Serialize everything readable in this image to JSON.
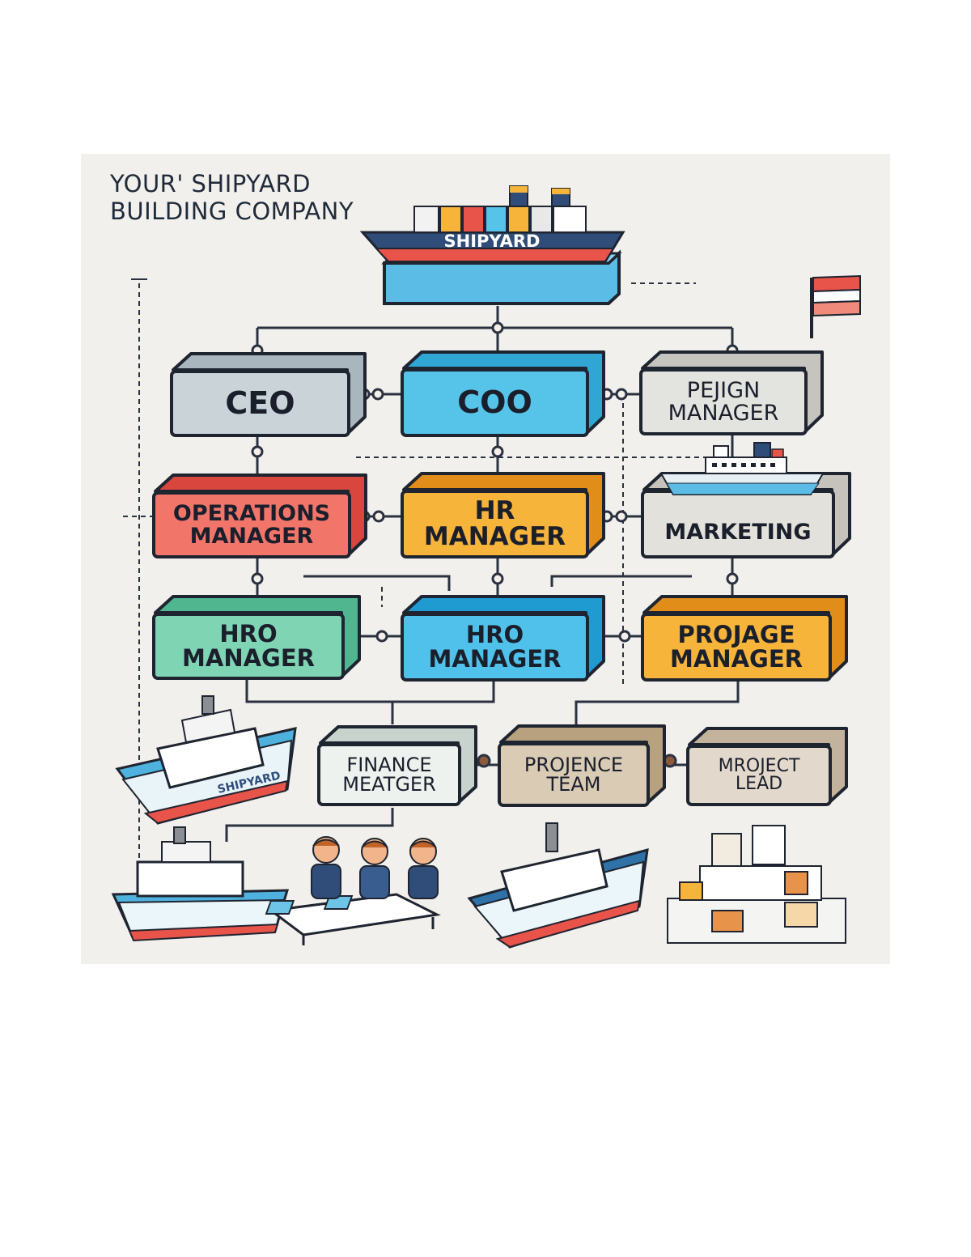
{
  "title": {
    "line1": "YOUR' SHIPYARD",
    "line2": "BUILDING COMPANY"
  },
  "ship_label": "SHIPYARD",
  "boxes": {
    "ceo": {
      "label": "CEO",
      "color": "#c9d3d8"
    },
    "coo": {
      "label": "COO",
      "color": "#56c3e8"
    },
    "design_manager": {
      "line1": "PEJIGN",
      "line2": "MANAGER",
      "color": "#e3e3df"
    },
    "operations_manager": {
      "line1": "OPERATIONS",
      "line2": "MANAGER",
      "color": "#f2756a"
    },
    "hr_manager": {
      "line1": "HR",
      "line2": "MANAGER",
      "color": "#f6b43a"
    },
    "marketing": {
      "label": "MARKETING",
      "color": "#e3e1dc"
    },
    "hro_manager_1": {
      "line1": "HRO",
      "line2": "MANAGER",
      "color": "#7fd4b4"
    },
    "hro_manager_2": {
      "line1": "HRO",
      "line2": "MANAGER",
      "color": "#4fc1ea"
    },
    "projage_manager": {
      "line1": "PROJAGE",
      "line2": "MANAGER",
      "color": "#f6b43a"
    },
    "finance_manager": {
      "line1": "FINANCE",
      "line2": "MEATGER",
      "color": "#eef2ef"
    },
    "project_team": {
      "line1": "PROJENCE",
      "line2": "TEAM",
      "color": "#dacbb4"
    },
    "project_lead": {
      "line1": "MROJECT",
      "line2": "LEAD",
      "color": "#e2d9cc"
    }
  },
  "ship_hull_label": "SHIPYARD",
  "flag_colors": [
    "#e8534a",
    "#ffffff",
    "#f08a7a"
  ],
  "icons": [
    "flag-icon",
    "ship-icon",
    "cargo-icon",
    "team-icon"
  ]
}
